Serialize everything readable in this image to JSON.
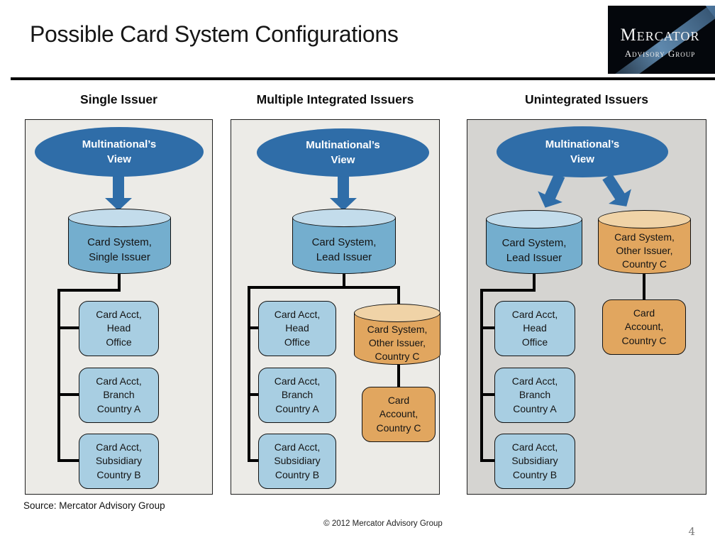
{
  "slide": {
    "title": "Possible Card System Configurations",
    "page_number": "4"
  },
  "logo": {
    "name": "Mercator",
    "subtitle": "Advisory Group"
  },
  "footer": {
    "source": "Source: Mercator Advisory Group",
    "copyright": "© 2012  Mercator Advisory Group"
  },
  "colors": {
    "accent_blue": "#2F6DA8",
    "cylinder_blue": "#74AECE",
    "cylinder_blue_top": "#C3DCEB",
    "account_box_blue": "#A8CEE2",
    "cylinder_orange": "#E1A65F",
    "cylinder_orange_top": "#F0D3A7",
    "panel_background": "#ECEBE7",
    "panel_background_dark": "#D5D4D1",
    "connector_black": "#000000"
  },
  "panels": [
    {
      "header": "Single Issuer",
      "ellipse": "Multinational’s\nView",
      "main_cylinder": "Card System,\nSingle Issuer",
      "accounts": [
        "Card Acct,\nHead\nOffice",
        "Card Acct,\nBranch\nCountry A",
        "Card Acct,\nSubsidiary\nCountry B"
      ]
    },
    {
      "header": "Multiple Integrated Issuers",
      "ellipse": "Multinational’s\nView",
      "main_cylinder": "Card System,\nLead Issuer",
      "accounts": [
        "Card Acct,\nHead\nOffice",
        "Card Acct,\nBranch\nCountry A",
        "Card Acct,\nSubsidiary\nCountry B"
      ],
      "other_cylinder": "Card System,\nOther Issuer,\nCountry C",
      "other_account": "Card\nAccount,\nCountry C"
    },
    {
      "header": "Unintegrated Issuers",
      "ellipse": "Multinational’s\nView",
      "main_cylinder": "Card System,\nLead Issuer",
      "accounts": [
        "Card Acct,\nHead\nOffice",
        "Card Acct,\nBranch\nCountry A",
        "Card Acct,\nSubsidiary\nCountry B"
      ],
      "other_cylinder": "Card System,\nOther Issuer,\nCountry C",
      "other_account": "Card\nAccount,\nCountry C"
    }
  ]
}
